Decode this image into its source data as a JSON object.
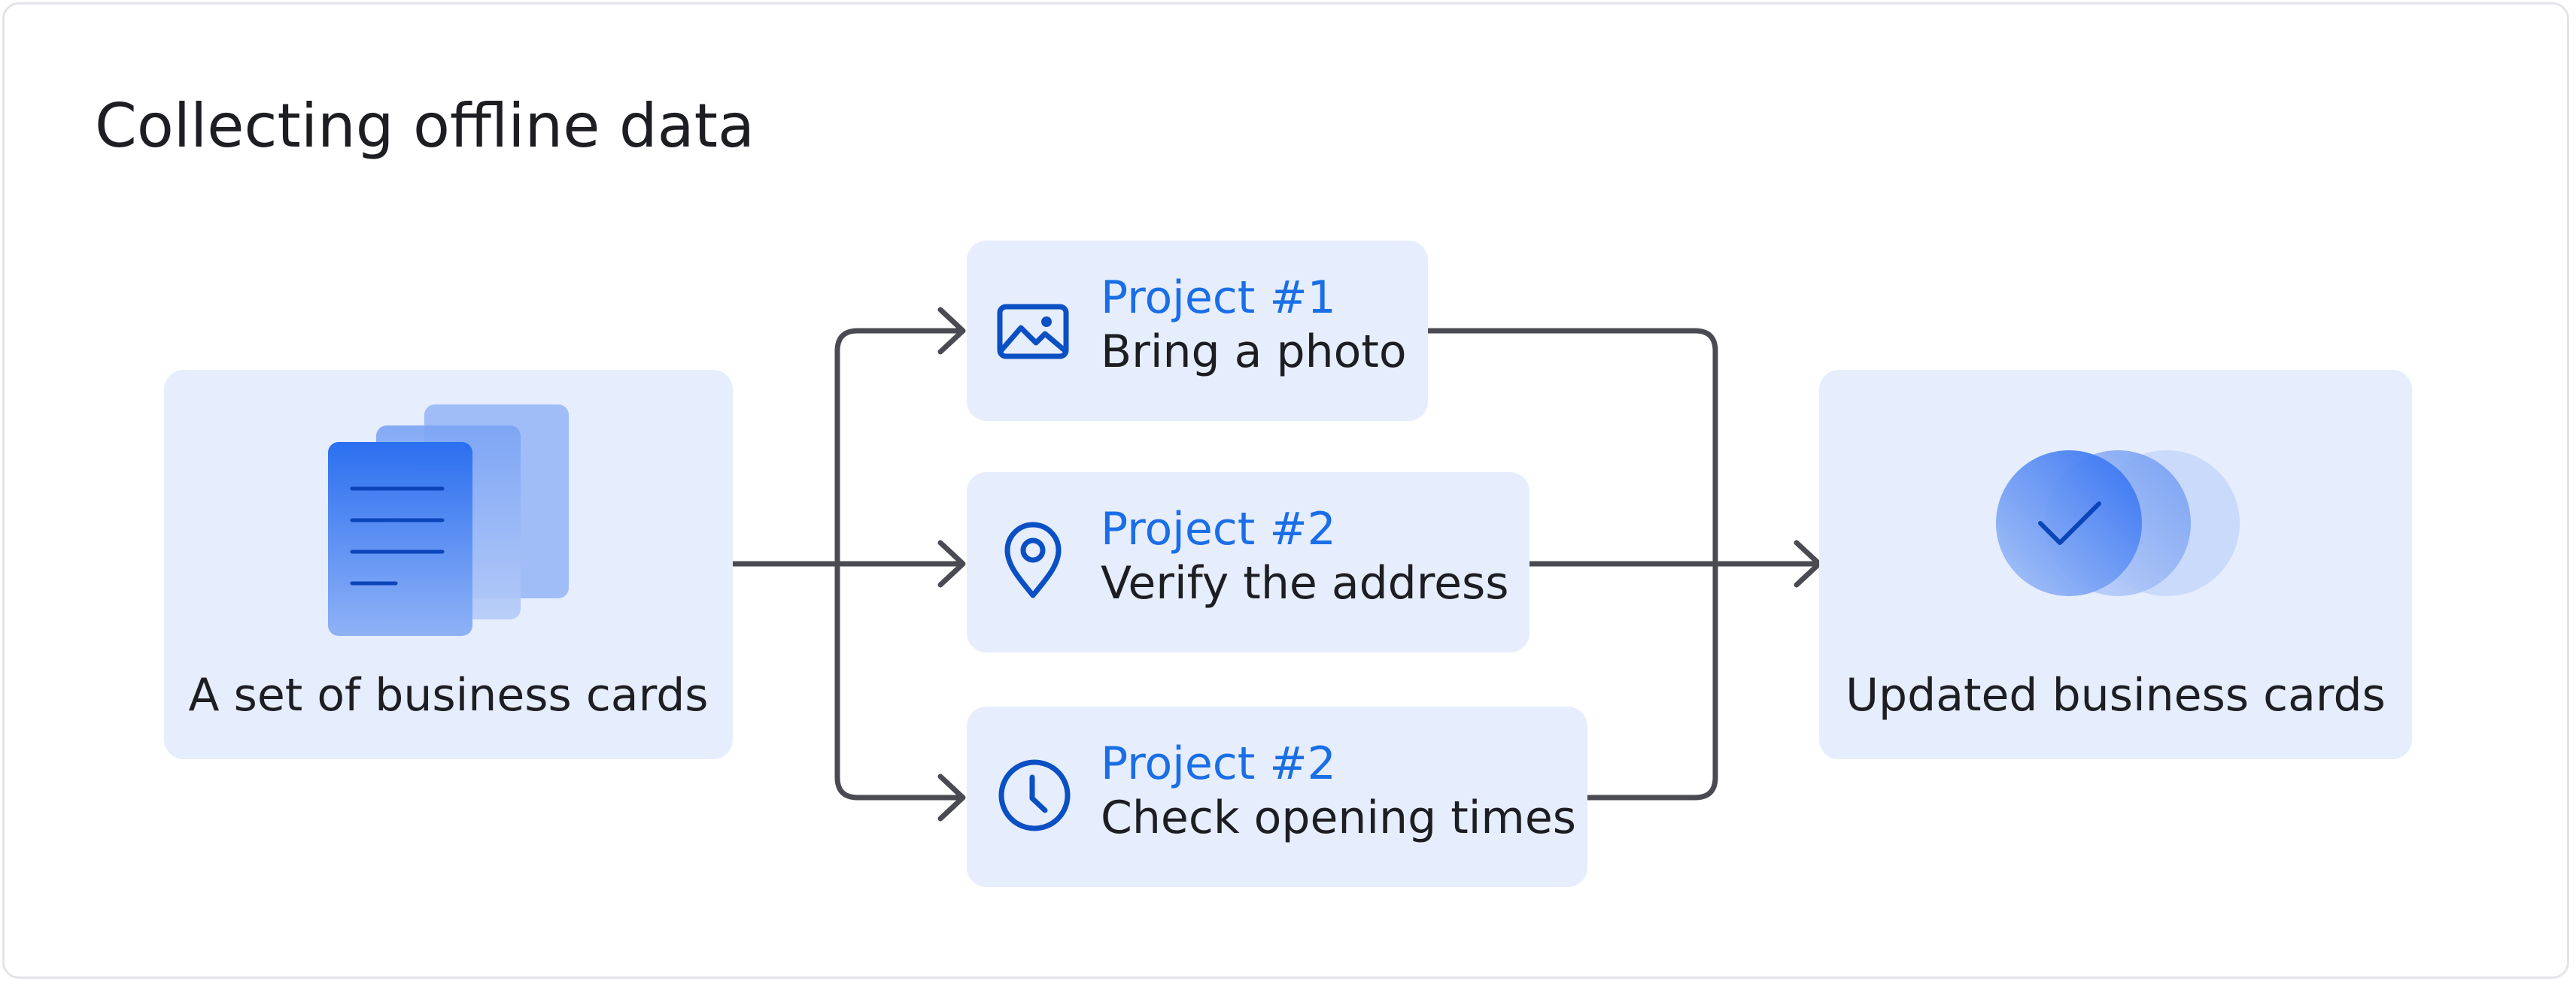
{
  "title": "Collecting offline data",
  "source": {
    "label": "A set of business cards",
    "icon": "document-stack-icon"
  },
  "projects": [
    {
      "number": "Project #1",
      "name": "Bring a photo",
      "icon": "image-icon"
    },
    {
      "number": "Project #2",
      "name": "Verify the address",
      "icon": "location-pin-icon"
    },
    {
      "number": "Project #2",
      "name": "Check opening times",
      "icon": "clock-icon"
    }
  ],
  "result": {
    "label": "Updated business cards",
    "icon": "check-circles-icon"
  },
  "colors": {
    "box_fill": "#e6edfc",
    "accent_blue": "#1a6ee6",
    "icon_blue": "#0b4fc4",
    "connector": "#4a4b52",
    "text": "#1d1e22"
  }
}
